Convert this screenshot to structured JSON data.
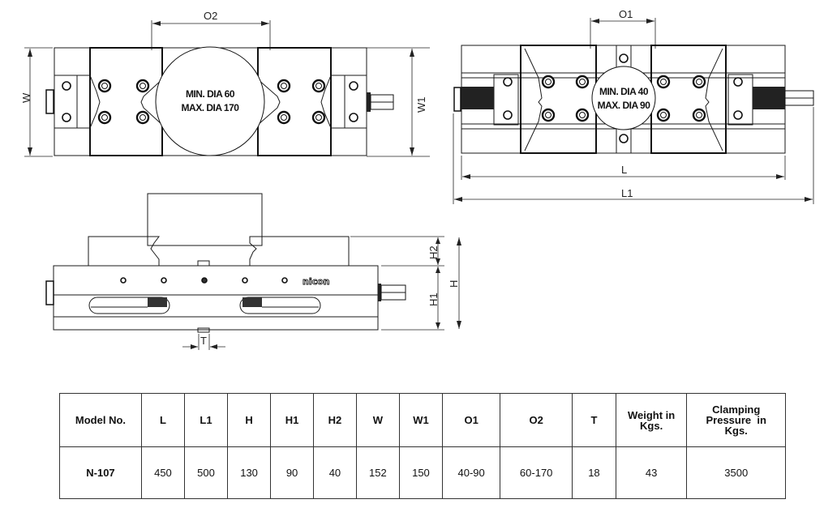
{
  "top_view_large": {
    "dimension_labels": {
      "o2": "O2",
      "w": "W",
      "w1": "W1"
    },
    "capacity": {
      "min": "MIN. DIA 60",
      "max": "MAX. DIA 170"
    }
  },
  "top_view_small": {
    "dimension_labels": {
      "o1": "O1",
      "l": "L",
      "l1": "L1"
    },
    "capacity": {
      "min": "MIN. DIA 40",
      "max": "MAX. DIA 90"
    }
  },
  "side_view": {
    "dimension_labels": {
      "h": "H",
      "h1": "H1",
      "h2": "H2",
      "t": "T"
    },
    "brand_logo": "nicon"
  },
  "spec_table": {
    "headers": [
      "Model No.",
      "L",
      "L1",
      "H",
      "H1",
      "H2",
      "W",
      "W1",
      "O1",
      "O2",
      "T",
      "Weight in Kgs.",
      "Clamping Pressure in Kgs."
    ],
    "headers_display": {
      "weight_line1": "Weight in",
      "weight_line2": "Kgs.",
      "clamp_line1": "Clamping",
      "clamp_line2": "Pressure  in",
      "clamp_line3": "Kgs."
    },
    "rows": [
      [
        "N-107",
        "450",
        "500",
        "130",
        "90",
        "40",
        "152",
        "150",
        "40-90",
        "60-170",
        "18",
        "43",
        "3500"
      ]
    ]
  }
}
